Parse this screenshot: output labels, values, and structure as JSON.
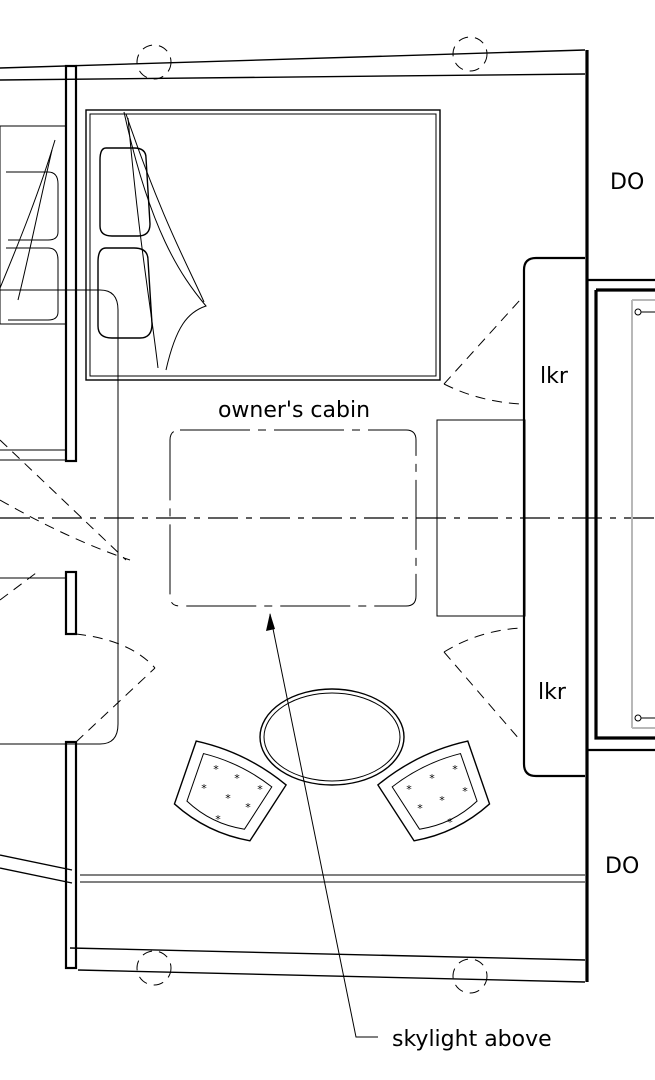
{
  "labels": {
    "owners_cabin": "owner's cabin",
    "lkr_upper": "lkr",
    "lkr_lower": "lkr",
    "do_upper": "DO",
    "do_lower": "DO",
    "skylight": "skylight above"
  },
  "colors": {
    "line": "#000000",
    "background": "#ffffff",
    "glass": "#b8b8b8"
  }
}
